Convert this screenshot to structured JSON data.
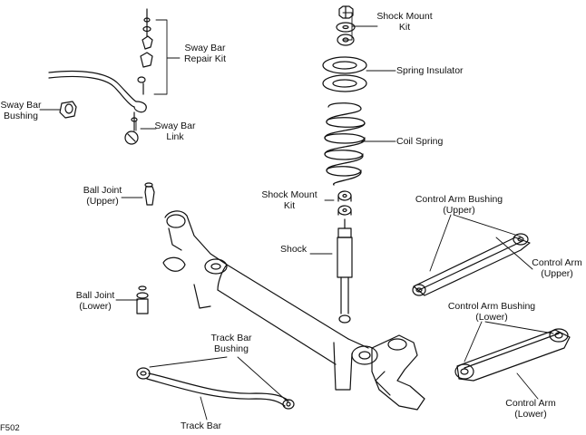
{
  "figure_code": "F502",
  "labels": {
    "shock_mount_kit_top": "Shock Mount\nKit",
    "spring_insulator": "Spring Insulator",
    "coil_spring": "Coil Spring",
    "shock_mount_kit_mid": "Shock Mount\nKit",
    "shock": "Shock",
    "sway_bar_repair_kit": "Sway Bar\nRepair Kit",
    "sway_bar_bushing": "Sway Bar\nBushing",
    "sway_bar_link": "Sway Bar\nLink",
    "ball_joint_upper": "Ball Joint\n(Upper)",
    "ball_joint_lower": "Ball Joint\n(Lower)",
    "control_arm_bushing_upper": "Control Arm Bushing\n(Upper)",
    "control_arm_upper": "Control Arm\n(Upper)",
    "control_arm_bushing_lower": "Control Arm Bushing\n(Lower)",
    "control_arm_lower": "Control Arm\n(Lower)",
    "track_bar_bushing": "Track Bar\nBushing",
    "track_bar": "Track Bar"
  }
}
